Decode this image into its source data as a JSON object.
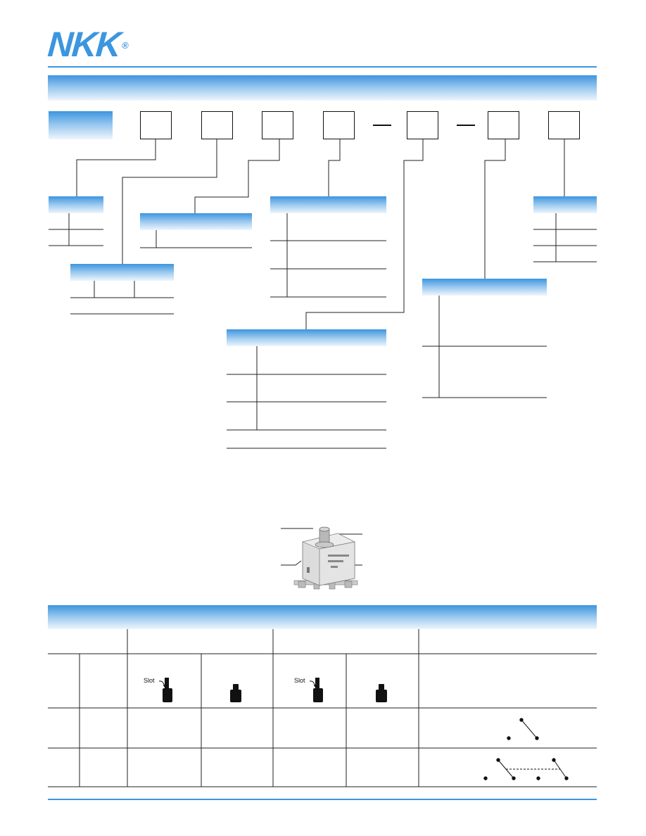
{
  "brand": {
    "logo_text": "NKK",
    "registered_mark": "®"
  },
  "table": {
    "annotations": [
      "Slot",
      "Slot"
    ]
  }
}
